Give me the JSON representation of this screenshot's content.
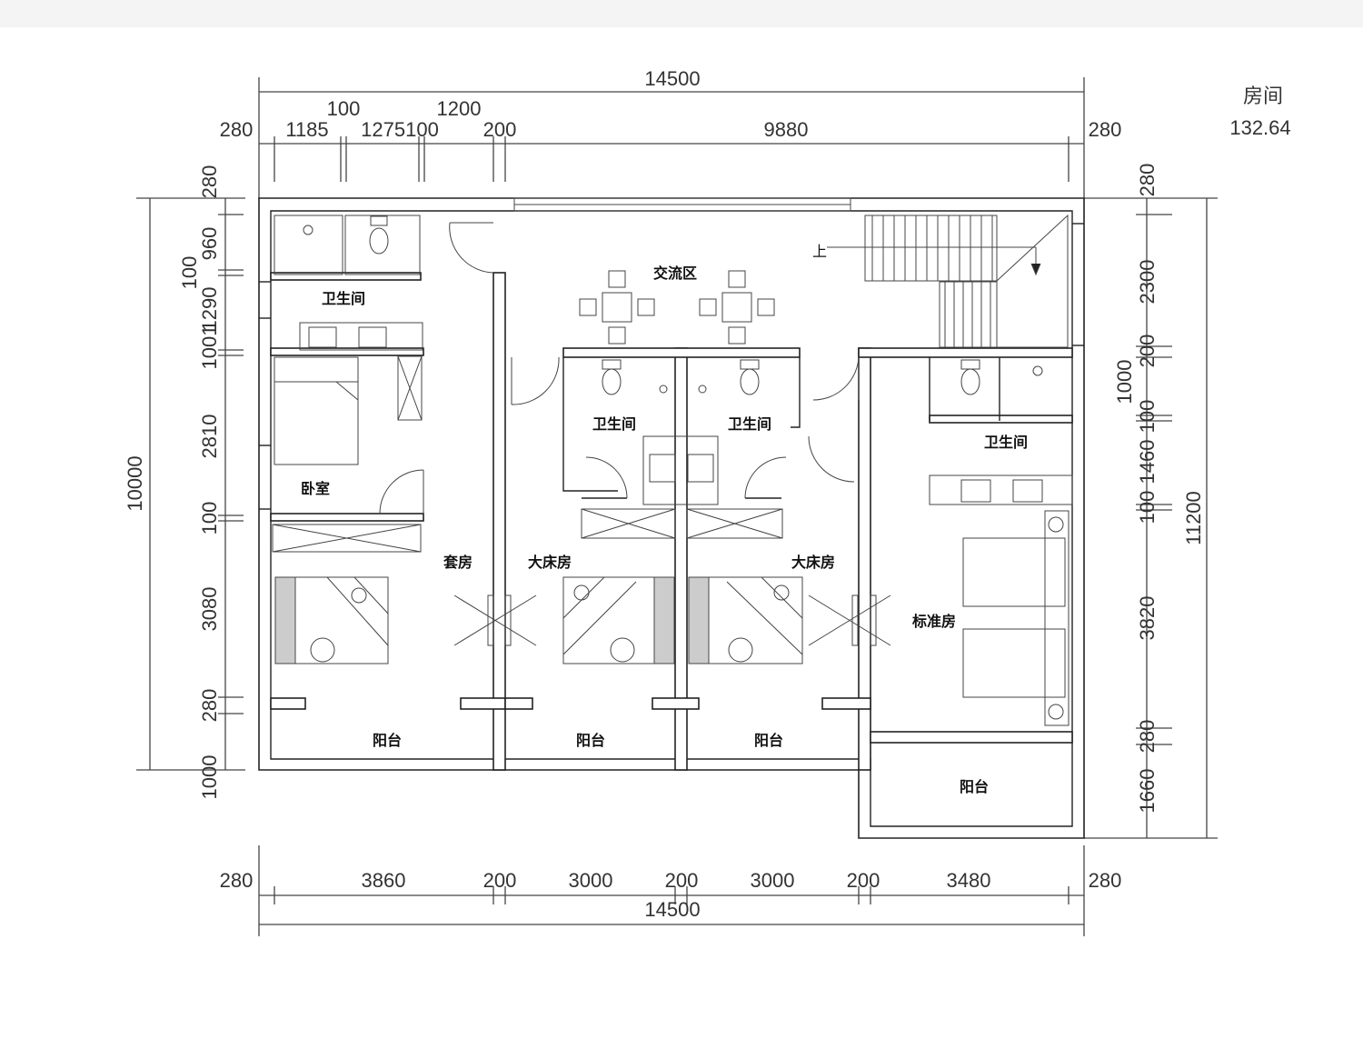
{
  "title": {
    "name": "房间",
    "area": "132.64"
  },
  "dims": {
    "top_total": "14500",
    "top": [
      "280",
      "1185",
      "100",
      "1275100",
      "1200",
      "200",
      "9880",
      "280"
    ],
    "left_total": "10000",
    "left": [
      "280",
      "960",
      "100",
      "1290",
      "1001",
      "2810",
      "100",
      "3080",
      "280",
      "1000"
    ],
    "right_total": "11200",
    "right": [
      "280",
      "2300",
      "200",
      "1000",
      "100",
      "1460",
      "100",
      "3820",
      "280",
      "1660"
    ],
    "bottom_total": "14500",
    "bottom": [
      "280",
      "3860",
      "200",
      "3000",
      "200",
      "3000",
      "200",
      "3480",
      "280"
    ]
  },
  "rooms": {
    "bath_suite": "卫生间",
    "lounge": "交流区",
    "bedroom": "卧室",
    "bath_king1": "卫生间",
    "bath_king2": "卫生间",
    "bath_std": "卫生间",
    "suite": "套房",
    "king1": "大床房",
    "king2": "大床房",
    "standard": "标准房",
    "balcony1": "阳台",
    "balcony2": "阳台",
    "balcony3": "阳台",
    "balcony4": "阳台",
    "stair_up": "上"
  }
}
